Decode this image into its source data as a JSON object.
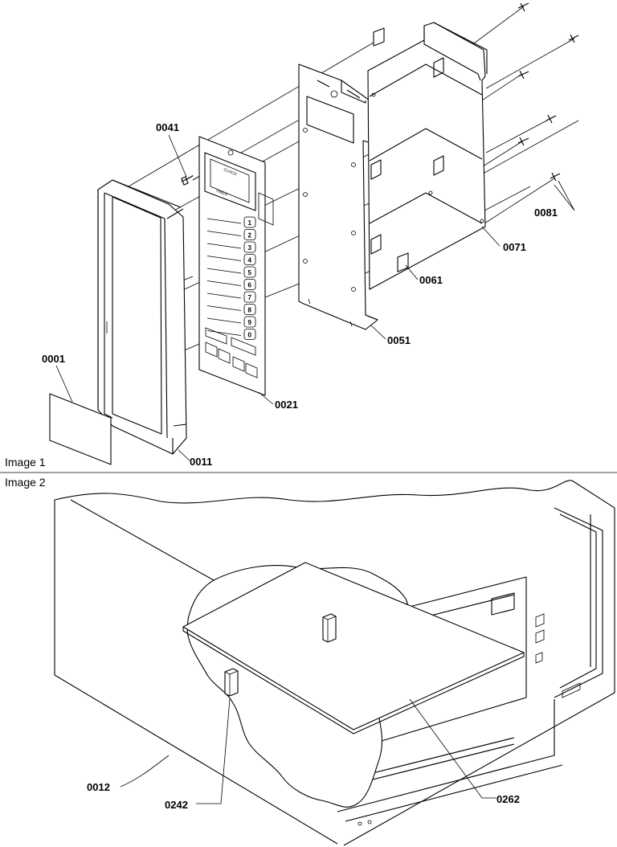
{
  "figure1": {
    "caption": "Image 1",
    "labels": {
      "p0001": "0001",
      "p0011": "0011",
      "p0021": "0021",
      "p0041": "0041",
      "p0051": "0051",
      "p0061": "0061",
      "p0071": "0071",
      "p0081": "0081"
    },
    "keypad_digits": [
      "1",
      "2",
      "3",
      "4",
      "5",
      "6",
      "7",
      "8",
      "9",
      "0"
    ]
  },
  "figure2": {
    "caption": "Image 2",
    "labels": {
      "p0012": "0012",
      "p0242": "0242",
      "p0262": "0262"
    }
  }
}
